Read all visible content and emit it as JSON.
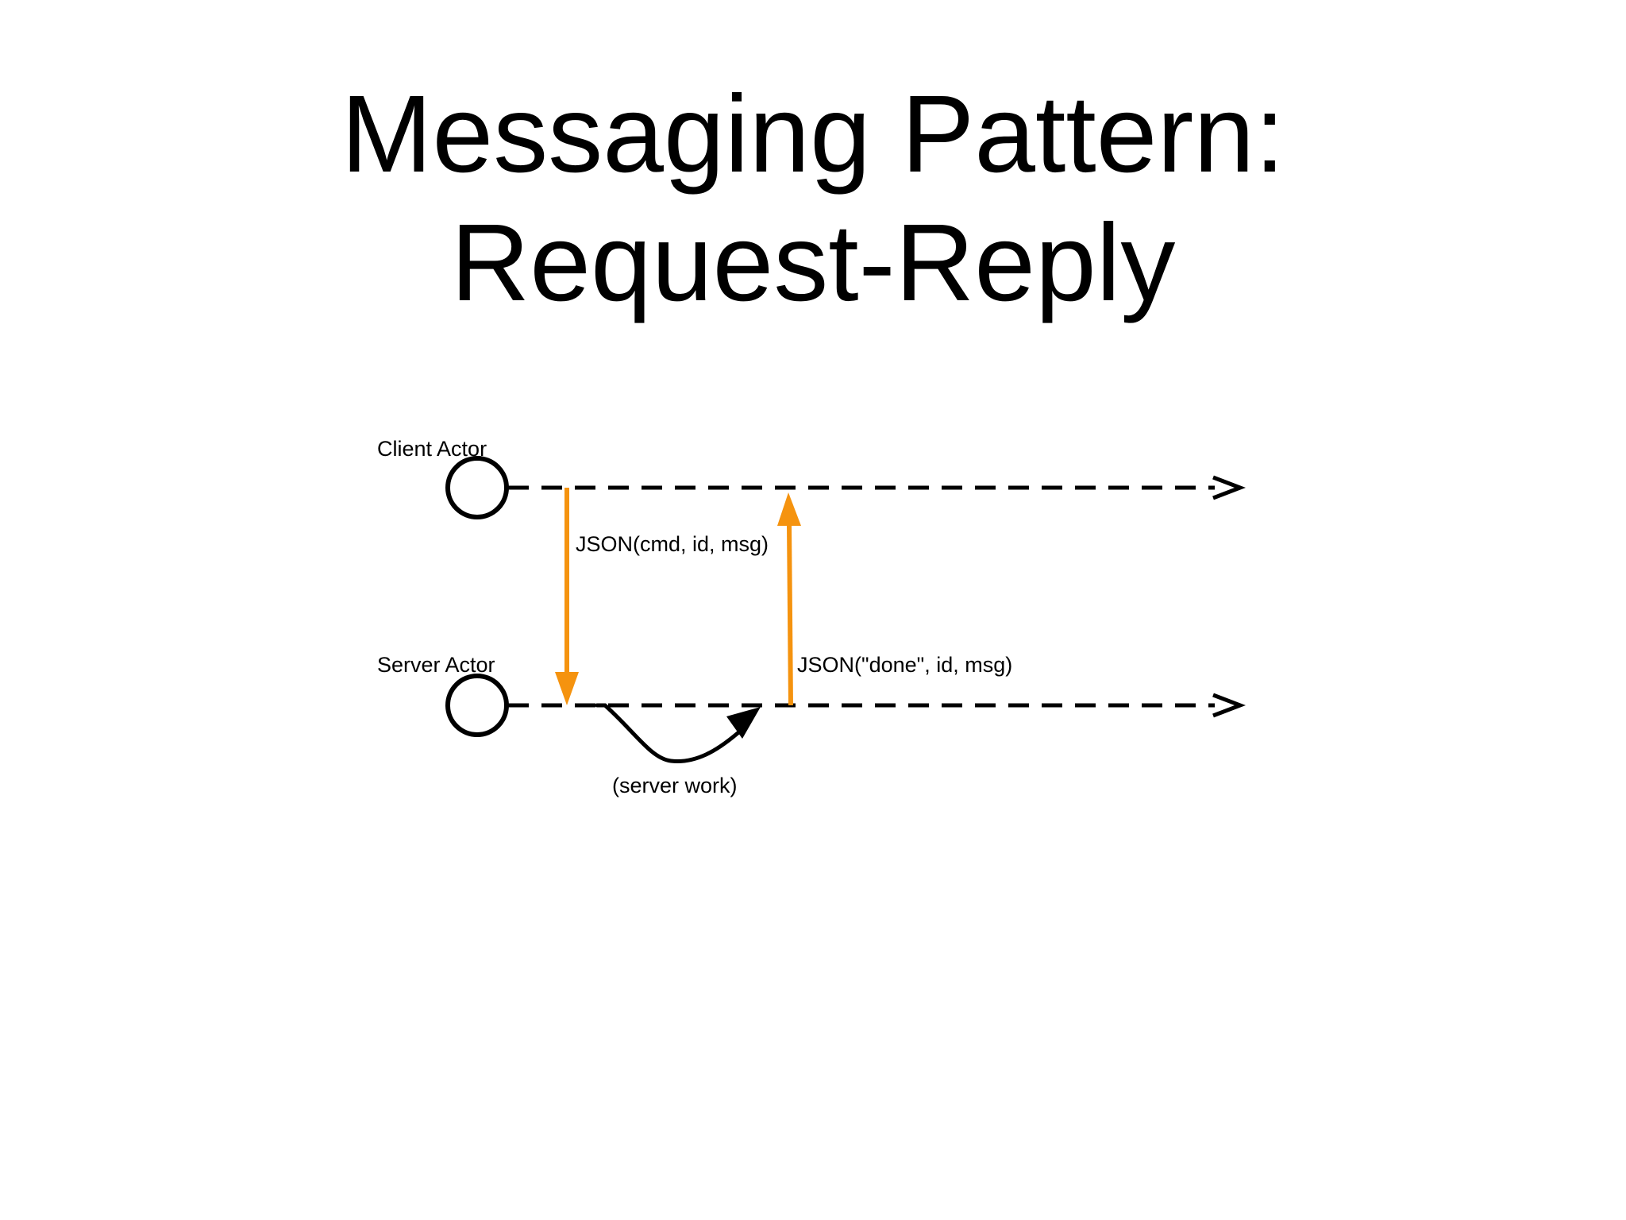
{
  "title": {
    "line1": "Messaging Pattern:",
    "line2": "Request-Reply"
  },
  "diagram": {
    "actors": [
      {
        "label": "Client Actor"
      },
      {
        "label": "Server Actor"
      }
    ],
    "messages": [
      {
        "label": "JSON(cmd, id, msg)",
        "from": "Client Actor",
        "to": "Server Actor"
      },
      {
        "label": "JSON(\"done\", id, msg)",
        "from": "Server Actor",
        "to": "Client Actor"
      }
    ],
    "server_work_label": "(server work)",
    "colors": {
      "message_arrow": "#F5930F",
      "lifeline": "#000000"
    }
  }
}
